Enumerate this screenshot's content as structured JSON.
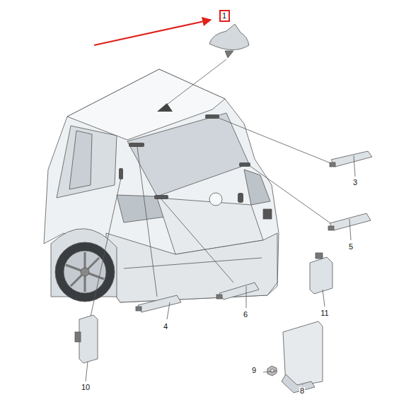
{
  "diagram": {
    "nodes": [
      {
        "text": [
          "1"
        ]
      }
    ],
    "labels": [
      "3",
      "5",
      "4",
      "6",
      "11",
      "9",
      "8",
      "10"
    ]
  }
}
